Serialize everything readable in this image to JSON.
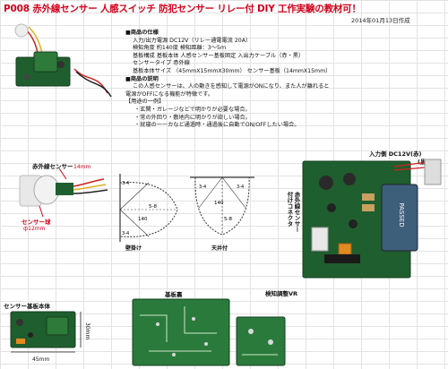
{
  "title": "P008 赤外線センサー 人感スイッチ 防犯センサー リレー付 DIY 工作実験の教材可！",
  "date": "2014年01月13日作成",
  "spec": {
    "heading": "■商品の仕様",
    "lines": [
      "入力/出力電源 DC12V（リレー通電電流 20A）",
      "検知角度 約140度 検知距離：3～5ｍ",
      "基板構成 基板本体 人感センサー基板固定 入出力ケーブル（赤・黒）",
      "センサータイプ 赤外線",
      "基板本体サイズ （45mmX15mmX30mm） センサー基板（14mmX15mm）"
    ],
    "desc_heading": "■商品の説明",
    "desc_lines": [
      "この人感センサーは、人の動きを感知して電源がONになり、また人が離れると",
      "電源がOFFになる機能が特徴です。"
    ],
    "usage_heading": "【用途の一例】",
    "usage_lines": [
      "・玄関・ガレージなどで明かりが必要な場合。",
      "・常の外回り・敷地内に明かりが欲しい場合。",
      "・就寝の一ーカなど通過時・通過後に自動でON/OFFしたい場合。"
    ]
  },
  "labels": {
    "ir_sensor": "赤外線センサー",
    "size_14": "14mm",
    "sensor_cover": "センサー球",
    "diameter": "ф12mm",
    "wall": "壁掛け",
    "ceiling": "天井付",
    "input_side": "入力側 DC12V(赤)",
    "input_side2": "(黒)",
    "sensor_conn": "赤外線センサー",
    "sensor_conn2": "付けコネクタ",
    "adjust": "検知調整VR",
    "board_body": "センサー基板本体",
    "size_30": "30mm",
    "size_45": "45mm",
    "board_back": "基板裏",
    "pcb_text": "PASSED"
  },
  "diagram": {
    "wall_values": [
      "5-8",
      "140",
      "3-4",
      "3-4"
    ],
    "ceiling_values": [
      "3-4",
      "3-4",
      "140",
      "5-8"
    ]
  },
  "colors": {
    "title": "#d4001a",
    "pcb": "#1f5e2e",
    "wire_red": "#d02020",
    "wire_yellow": "#e0b020"
  }
}
